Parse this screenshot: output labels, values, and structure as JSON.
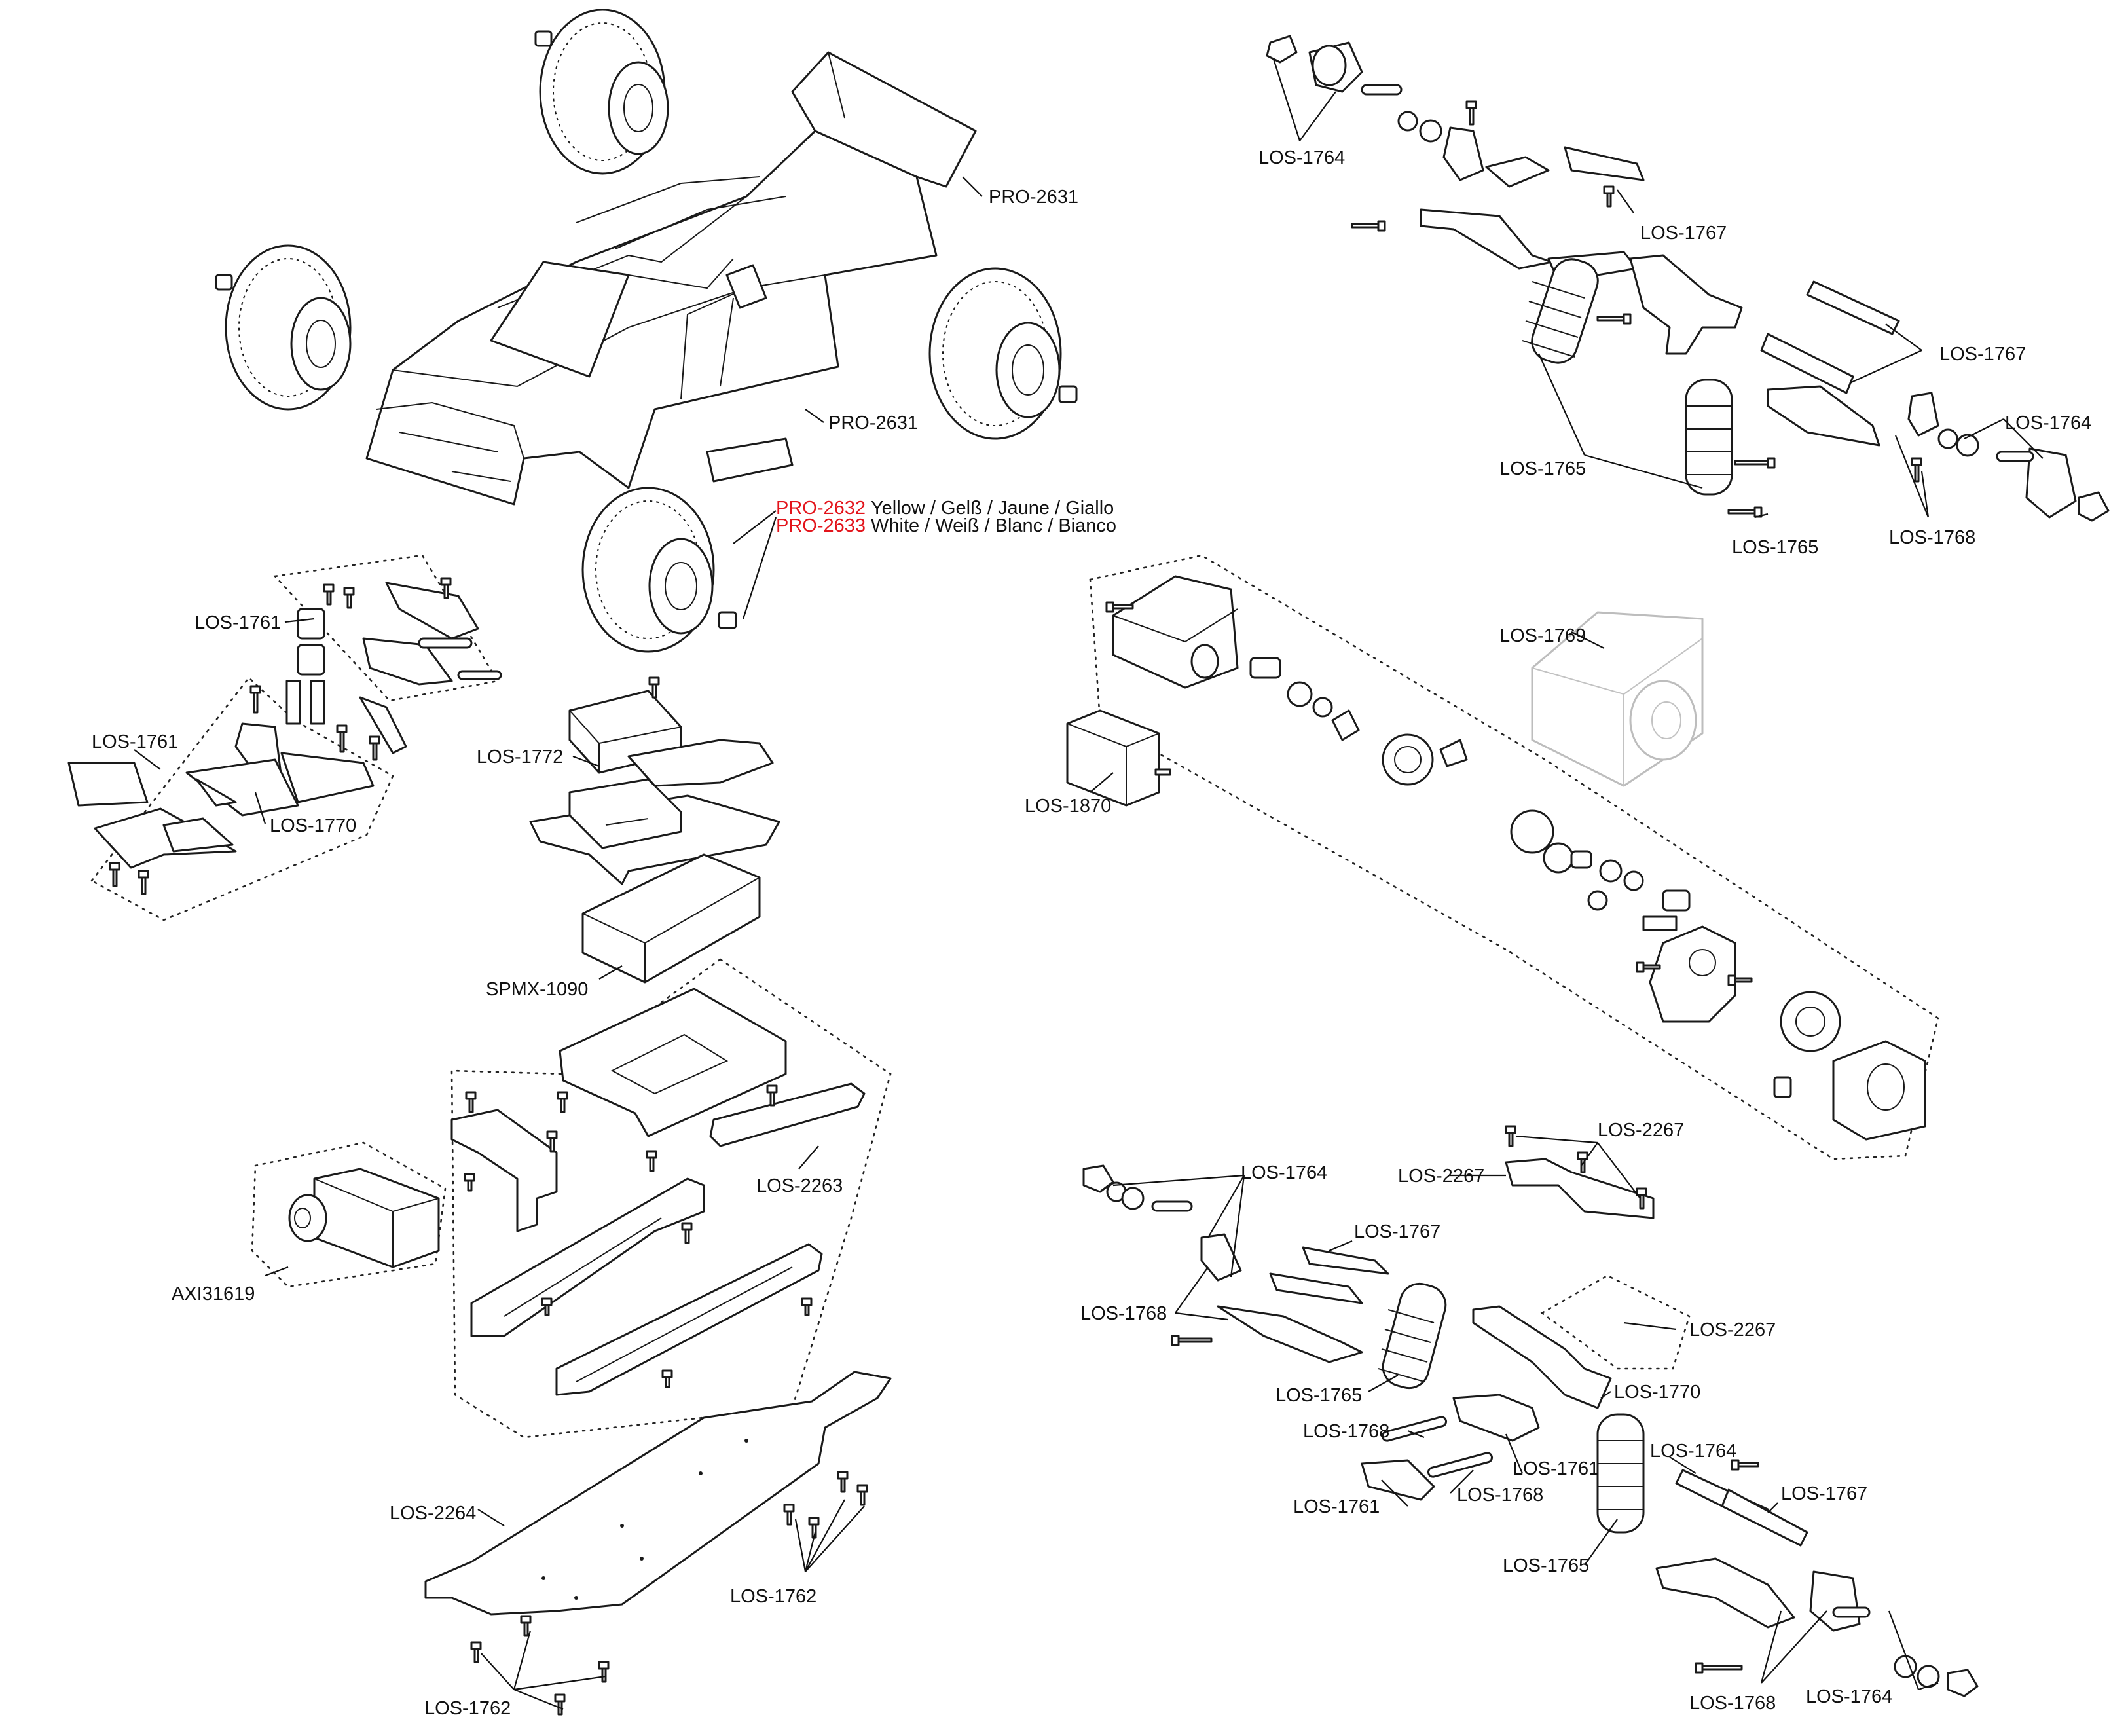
{
  "labels": {
    "body_a": "PRO-2631",
    "body_b": "PRO-2631",
    "tire_yellow_code": "PRO-2632",
    "tire_yellow_desc": "Yellow / Gelß / Jaune / Giallo",
    "tire_white_code": "PRO-2633",
    "tire_white_desc": "White / Weiß / Blanc / Bianco",
    "bulkhead_a": "LOS-1761",
    "bulkhead_b": "LOS-1761",
    "bumper": "LOS-1770",
    "receiver_box": "LOS-1772",
    "battery": "SPMX-1090",
    "chassis_brace": "LOS-2263",
    "servo": "AXI31619",
    "chassis_plate": "LOS-2264",
    "screws_right": "LOS-1762",
    "screws_bottom": "LOS-1762",
    "fr_hub": "LOS-1764",
    "fr_link": "LOS-1767",
    "fr_link_b": "LOS-1767",
    "fr_shock": "LOS-1765",
    "fr_shock_b": "LOS-1765",
    "fr_hub_b": "LOS-1764",
    "fr_arm": "LOS-1768",
    "trans": "LOS-1769",
    "motor": "LOS-1870",
    "r_tower_screws": "LOS-2267",
    "r_tower": "LOS-2267",
    "r_hub": "LOS-1764",
    "r_link": "LOS-1767",
    "r_arm": "LOS-1768",
    "r_mount": "LOS-2267",
    "r_shock": "LOS-1765",
    "r_bumper": "LOS-1770",
    "r_arm_b": "LOS-1768",
    "r_block": "LOS-1761",
    "r_hinge": "LOS-1768",
    "r_block_b": "LOS-1761",
    "r_hub_b": "LOS-1764",
    "r_link_b": "LOS-1767",
    "r_shock_b": "LOS-1765",
    "r_arm_c": "LOS-1768",
    "r_hub_c": "LOS-1764"
  },
  "colors": {
    "ink": "#1a1a1a",
    "highlight": "#e3141b",
    "ghost": "#bdbdbd"
  }
}
